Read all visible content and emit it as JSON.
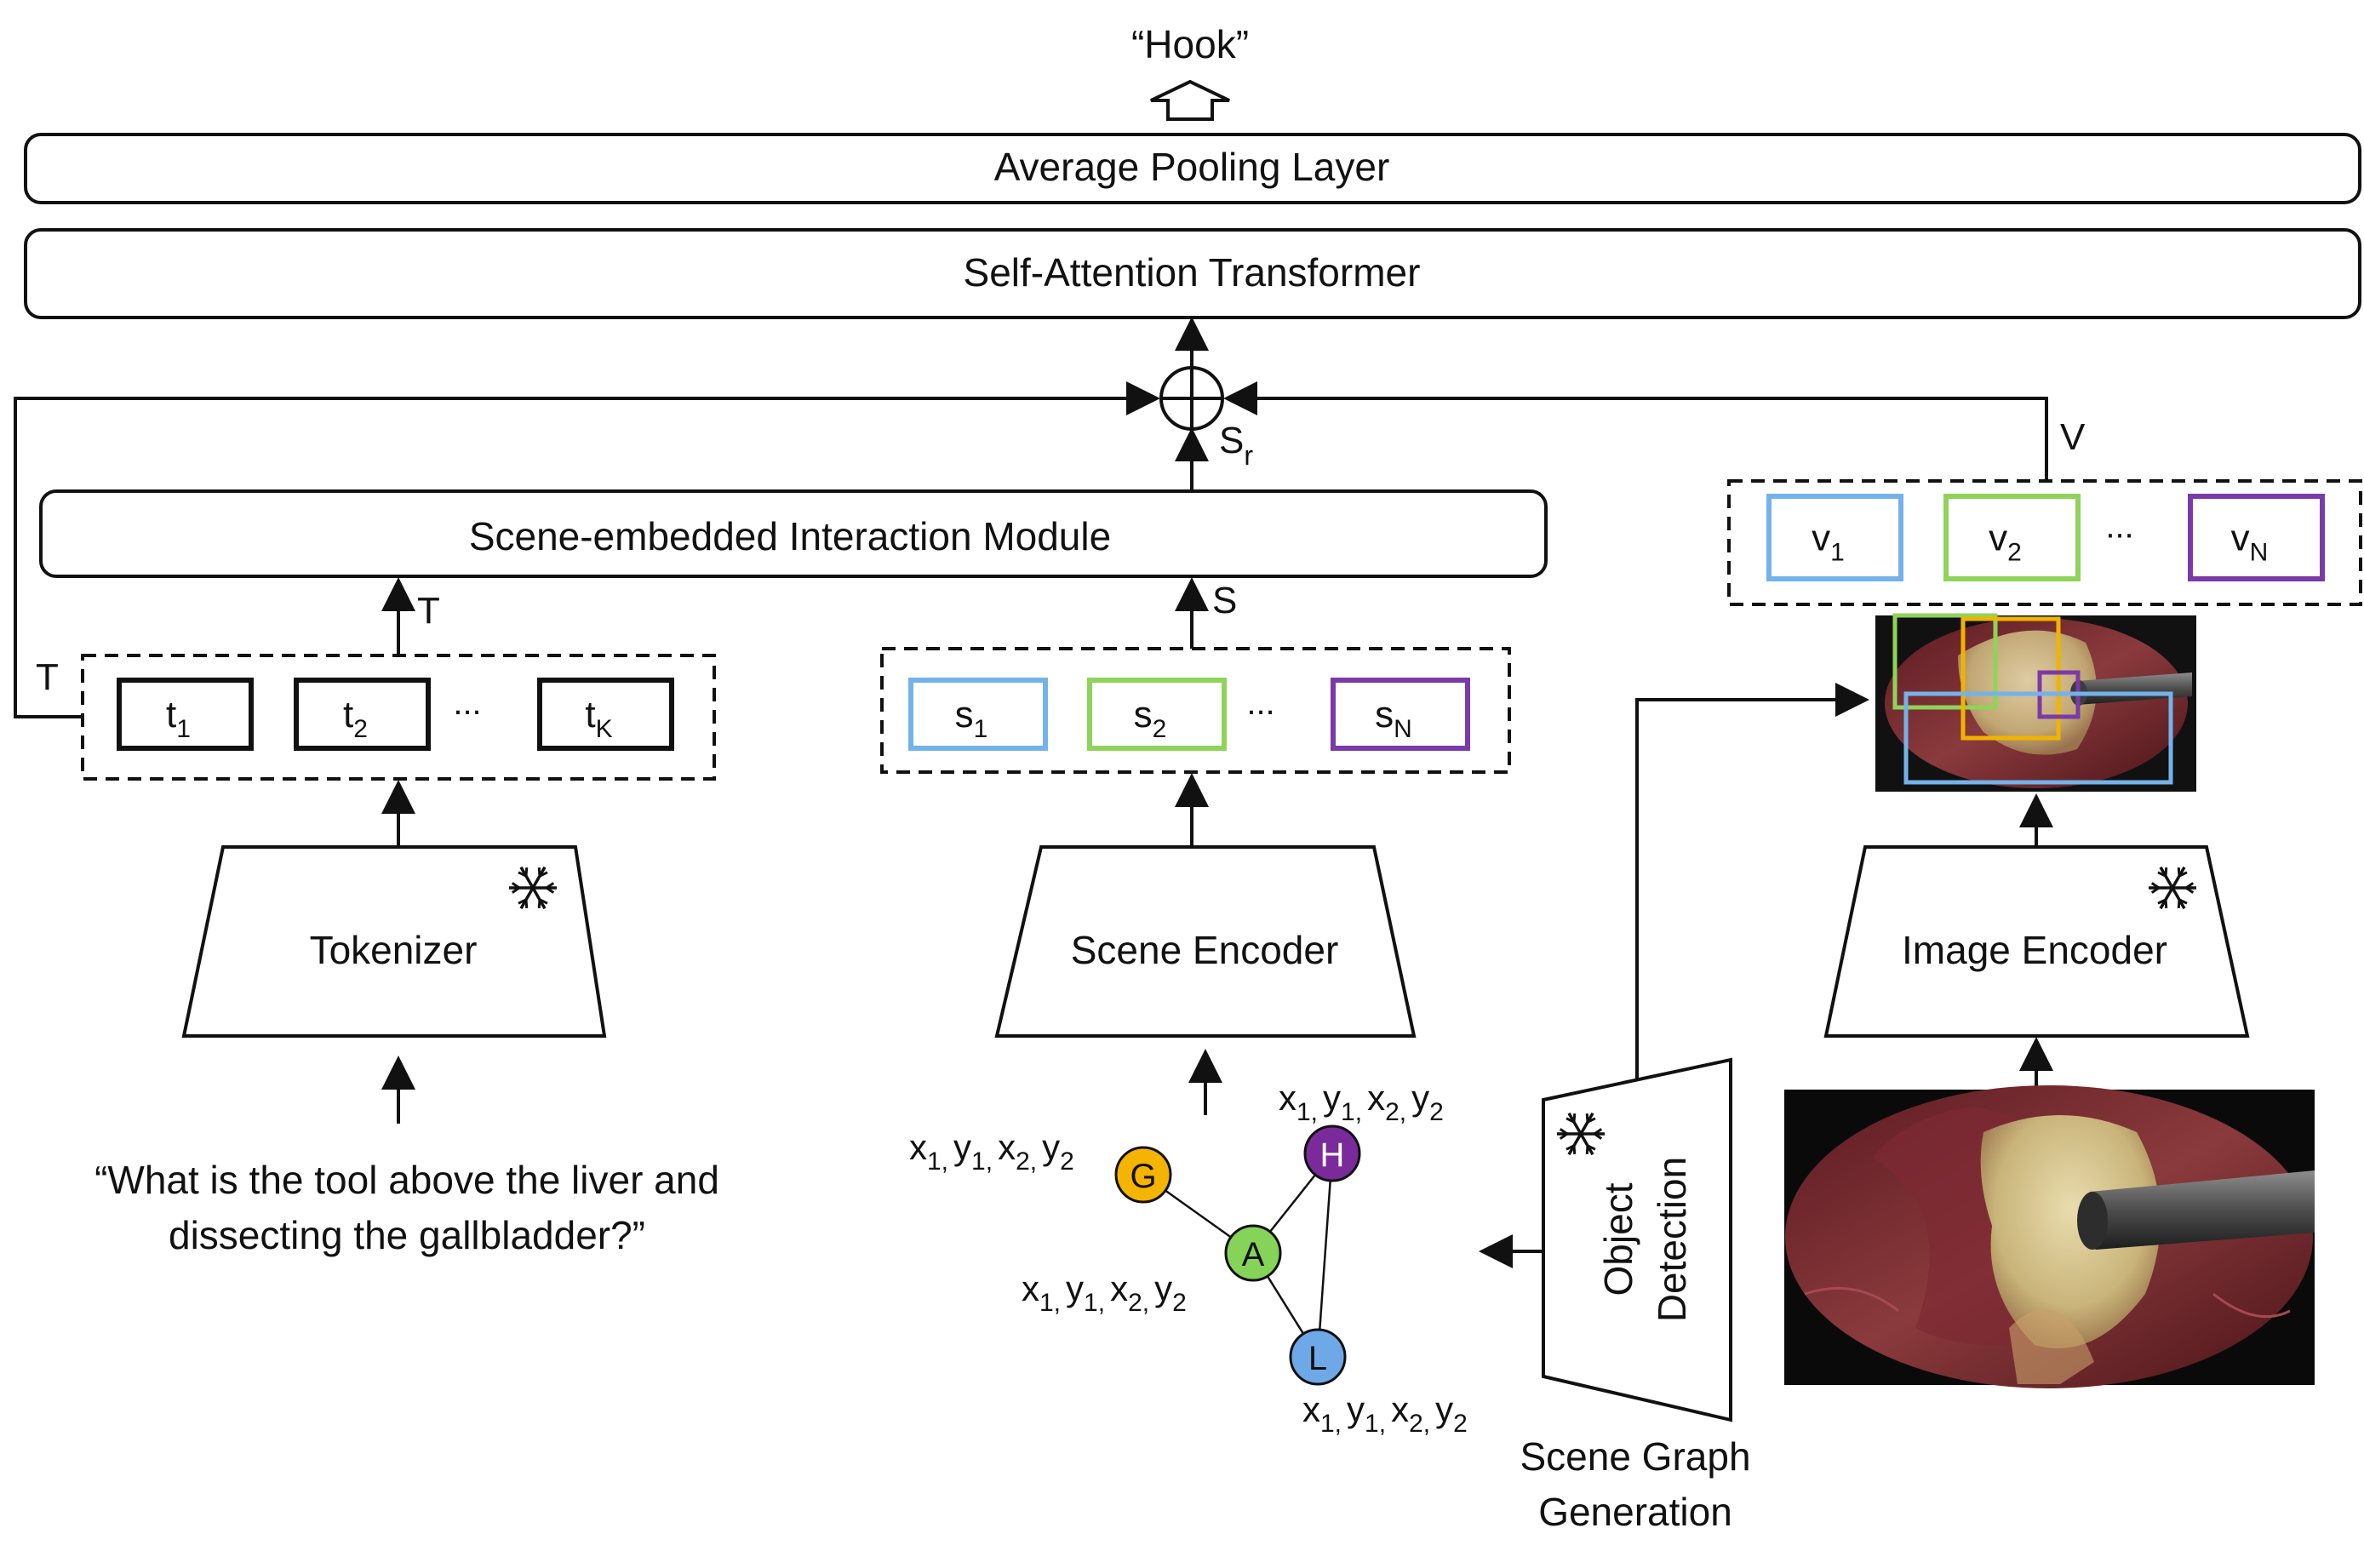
{
  "output": {
    "label": "“Hook”"
  },
  "layers": {
    "pooling": "Average Pooling Layer",
    "transformer": "Self-Attention Transformer",
    "interaction": "Scene-embedded Interaction Module"
  },
  "symbols": {
    "T": "T",
    "S": "S",
    "Sr_main": "S",
    "Sr_sub": "r",
    "V": "V",
    "ellipsis": "..."
  },
  "text_tokens": [
    {
      "main": "t",
      "sub": "1"
    },
    {
      "main": "t",
      "sub": "2"
    },
    {
      "main": "t",
      "sub": "K"
    }
  ],
  "scene_tokens": [
    {
      "main": "s",
      "sub": "1",
      "color": "#74b2ea"
    },
    {
      "main": "s",
      "sub": "2",
      "color": "#8fd35a"
    },
    {
      "main": "s",
      "sub": "N",
      "color": "#7a3aa8"
    }
  ],
  "visual_tokens": [
    {
      "main": "v",
      "sub": "1",
      "color": "#74b2ea"
    },
    {
      "main": "v",
      "sub": "2",
      "color": "#8fd35a"
    },
    {
      "main": "v",
      "sub": "N",
      "color": "#7a3aa8"
    }
  ],
  "encoders": {
    "tokenizer": "Tokenizer",
    "scene_encoder": "Scene Encoder",
    "image_encoder": "Image Encoder",
    "object_detection_line1": "Object",
    "object_detection_line2": "Detection",
    "frozen_icon": "snowflake-icon"
  },
  "question": {
    "line1": "“What is the tool above the liver and",
    "line2": "dissecting the gallbladder?”"
  },
  "scene_graph": {
    "caption_line1": "Scene Graph",
    "caption_line2": "Generation",
    "nodes": [
      {
        "id": "G",
        "color": "#f5b400"
      },
      {
        "id": "H",
        "color": "#7b2a9c"
      },
      {
        "id": "A",
        "color": "#86d35a"
      },
      {
        "id": "L",
        "color": "#6fa8e6"
      }
    ],
    "edges": [
      [
        "G",
        "A"
      ],
      [
        "A",
        "H"
      ],
      [
        "A",
        "L"
      ],
      [
        "H",
        "L"
      ]
    ],
    "bbox_label": {
      "x1": "x",
      "s1": "1,",
      "y1": "y",
      "s2": "1,",
      "x2": "x",
      "s3": "2,",
      "y2": "y",
      "s4": "2"
    }
  },
  "detection_box_colors": [
    "#8fd35a",
    "#f0b400",
    "#7a3aa8",
    "#74b2ea"
  ]
}
